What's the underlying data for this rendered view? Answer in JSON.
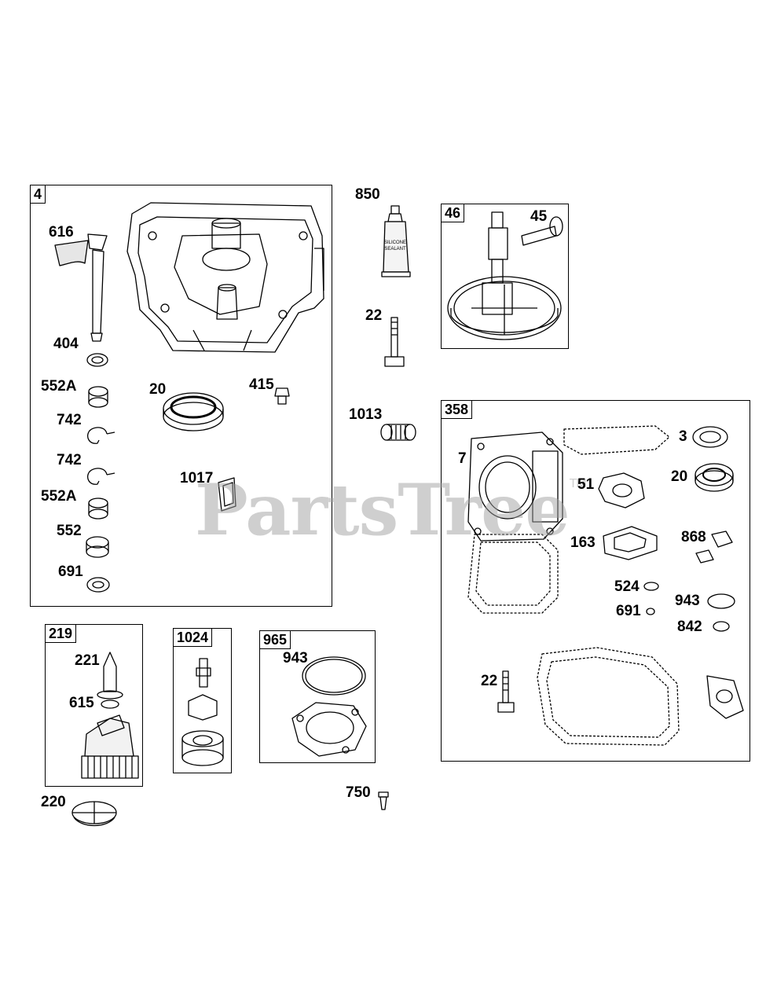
{
  "watermark": {
    "text": "PartsTree",
    "mark": "TM"
  },
  "sealant_tube_text": {
    "line1": "SILICONE",
    "line2": "SEALANT"
  },
  "boxes": {
    "b4": "4",
    "b46": "46",
    "b358": "358",
    "b219": "219",
    "b1024": "1024",
    "b965": "965"
  },
  "labels": {
    "l616": "616",
    "l404": "404",
    "l552a_1": "552A",
    "l742_1": "742",
    "l742_2": "742",
    "l552a_2": "552A",
    "l552": "552",
    "l691_a": "691",
    "l20_a": "20",
    "l415": "415",
    "l1017": "1017",
    "l850": "850",
    "l22_a": "22",
    "l1013": "1013",
    "l45": "45",
    "l7": "7",
    "l51": "51",
    "l3": "3",
    "l20_b": "20",
    "l163": "163",
    "l868": "868",
    "l524": "524",
    "l691_b": "691",
    "l943_a": "943",
    "l842": "842",
    "l22_b": "22",
    "l221": "221",
    "l615": "615",
    "l220": "220",
    "l943_b": "943",
    "l750": "750"
  }
}
